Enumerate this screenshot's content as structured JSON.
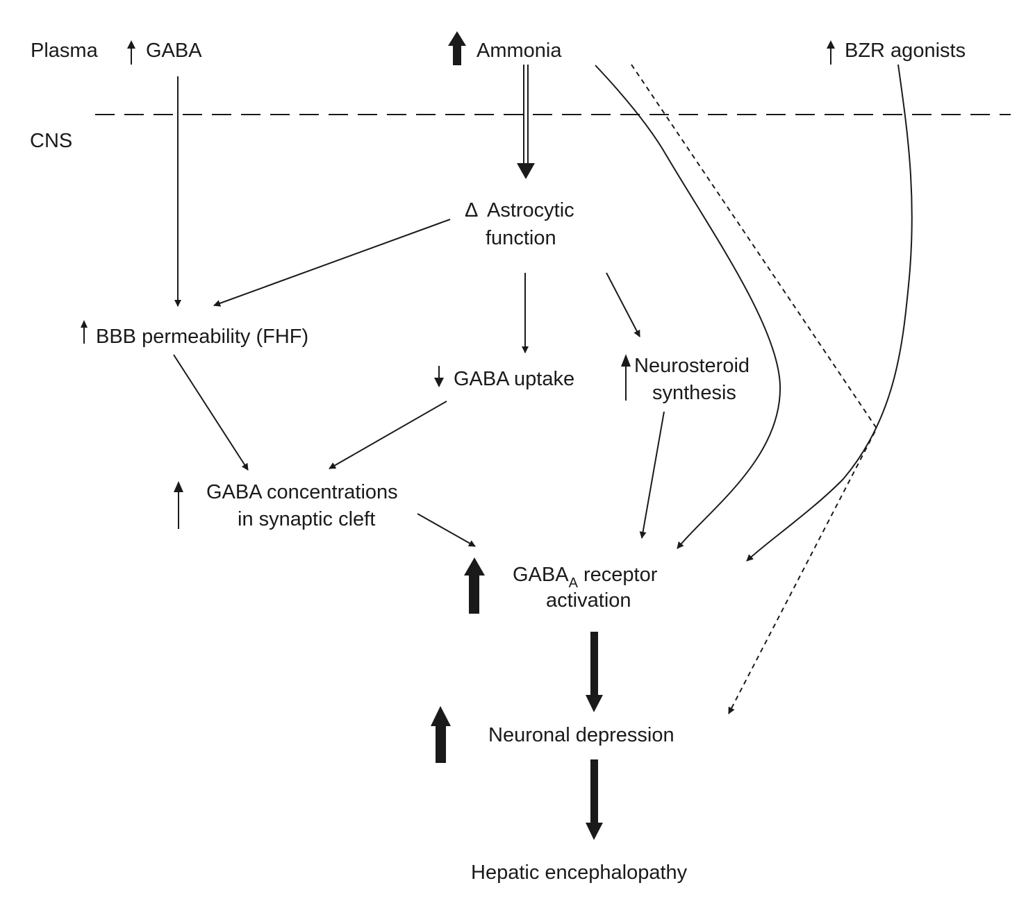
{
  "diagram": {
    "title": "GABA hypothesis of hepatic encephalopathy",
    "compartments": {
      "plasma": "Plasma",
      "cns": "CNS"
    },
    "nodes": {
      "plasma_gaba": {
        "label": "GABA",
        "indicator": "increase"
      },
      "ammonia": {
        "label": "Ammonia",
        "indicator": "strong-increase"
      },
      "bzr_agonists": {
        "label": "BZR agonists",
        "indicator": "increase"
      },
      "astrocytic_function": {
        "prefix": "Δ",
        "line1": "Astrocytic",
        "line2": "function",
        "indicator": "change"
      },
      "bbb_permeability": {
        "label": "BBB permeability (FHF)",
        "indicator": "increase"
      },
      "gaba_uptake": {
        "label": "GABA uptake",
        "indicator": "decrease"
      },
      "neurosteroid_synthesis": {
        "line1": "Neurosteroid",
        "line2": "synthesis",
        "indicator": "increase"
      },
      "gaba_concentrations": {
        "line1": "GABA concentrations",
        "line2": "in synaptic cleft",
        "indicator": "increase"
      },
      "gabaa_receptor_activation": {
        "main": "GABA",
        "subscript": "A",
        "line1_rest": " receptor",
        "line2": "activation",
        "indicator": "strong-increase"
      },
      "neuronal_depression": {
        "label": "Neuronal depression",
        "indicator": "strong-increase"
      },
      "hepatic_encephalopathy": {
        "label": "Hepatic encephalopathy"
      }
    },
    "edges": [
      {
        "from": "plasma_gaba",
        "to": "bbb_permeability",
        "style": "solid"
      },
      {
        "from": "ammonia",
        "to": "astrocytic_function",
        "style": "double"
      },
      {
        "from": "ammonia",
        "to": "gabaa_receptor_activation",
        "style": "solid-curve"
      },
      {
        "from": "ammonia",
        "to": "neuronal_depression",
        "style": "dotted"
      },
      {
        "from": "bzr_agonists",
        "to": "gabaa_receptor_activation",
        "style": "solid-curve"
      },
      {
        "from": "astrocytic_function",
        "to": "bbb_permeability",
        "style": "solid"
      },
      {
        "from": "astrocytic_function",
        "to": "gaba_uptake",
        "style": "solid"
      },
      {
        "from": "astrocytic_function",
        "to": "neurosteroid_synthesis",
        "style": "solid"
      },
      {
        "from": "bbb_permeability",
        "to": "gaba_concentrations",
        "style": "solid"
      },
      {
        "from": "gaba_uptake",
        "to": "gaba_concentrations",
        "style": "solid"
      },
      {
        "from": "neurosteroid_synthesis",
        "to": "gabaa_receptor_activation",
        "style": "solid"
      },
      {
        "from": "gaba_concentrations",
        "to": "gabaa_receptor_activation",
        "style": "solid"
      },
      {
        "from": "gabaa_receptor_activation",
        "to": "neuronal_depression",
        "style": "thick"
      },
      {
        "from": "neuronal_depression",
        "to": "hepatic_encephalopathy",
        "style": "thick"
      }
    ]
  }
}
